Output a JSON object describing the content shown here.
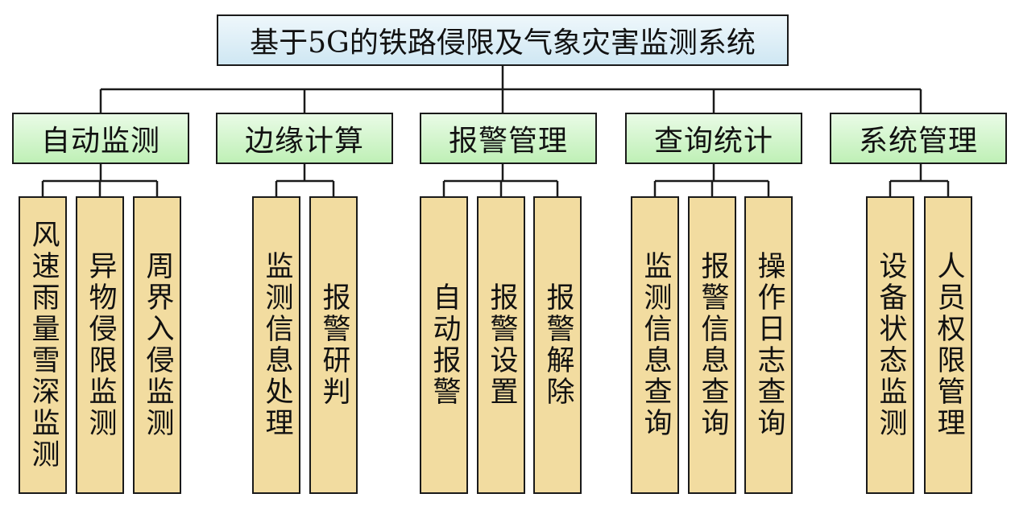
{
  "root": {
    "label": "基于5G的铁路侵限及气象灾害监测系统"
  },
  "categories": [
    {
      "label": "自动监测",
      "children": [
        "风速雨量雪深监测",
        "异物侵限监测",
        "周界入侵监测"
      ]
    },
    {
      "label": "边缘计算",
      "children": [
        "监测信息处理",
        "报警研判"
      ]
    },
    {
      "label": "报警管理",
      "children": [
        "自动报警",
        "报警设置",
        "报警解除"
      ]
    },
    {
      "label": "查询统计",
      "children": [
        "监测信息查询",
        "报警信息查询",
        "操作日志查询"
      ]
    },
    {
      "label": "系统管理",
      "children": [
        "设备状态监测",
        "人员权限管理"
      ]
    }
  ]
}
